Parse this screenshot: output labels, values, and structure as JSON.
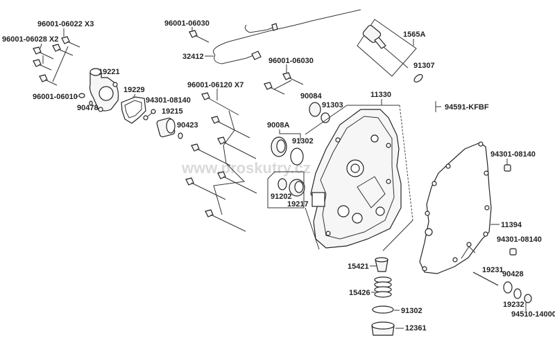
{
  "diagram": {
    "title": "Right crankcase cover / water pump exploded view",
    "watermark": "www.proskutry.cz",
    "labels": {
      "p96001_06022": "96001-06022 X3",
      "p96001_06028": "96001-06028 X2",
      "p96001_06010": "96001-06010",
      "p90478": "90478",
      "p19221": "19221",
      "p19229": "19229",
      "p94301_08140_a": "94301-08140",
      "p19215": "19215",
      "p90423": "90423",
      "p96001_06030_a": "96001-06030",
      "p32412": "32412",
      "p96001_06120": "96001-06120 X7",
      "p96001_06030_b": "96001-06030",
      "p90084": "90084",
      "p91303": "91303",
      "p9008A": "9008A",
      "p91302_a": "91302",
      "p91202": "91202",
      "p19217": "19217",
      "p11330": "11330",
      "p1565A": "1565A",
      "p91307": "91307",
      "p94591": "94591-KFBF",
      "p94301_08140_b": "94301-08140",
      "p11394": "11394",
      "p94301_08140_c": "94301-08140",
      "p19231": "19231",
      "p90428": "90428",
      "p19232": "19232",
      "p94510": "94510-14000",
      "p15421": "15421",
      "p15426": "15426",
      "p91302_b": "91302",
      "p12361": "12361"
    }
  }
}
